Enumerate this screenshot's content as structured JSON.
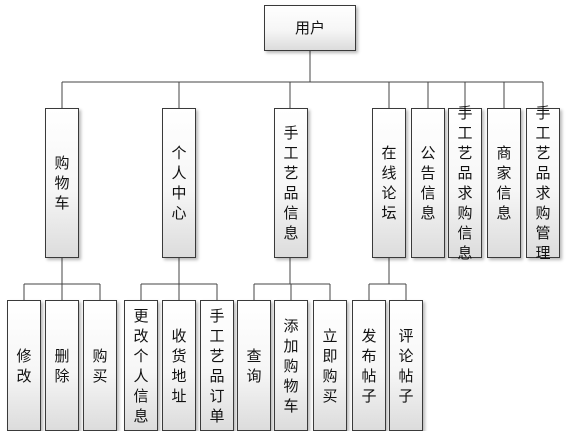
{
  "root": {
    "label": "用户"
  },
  "level1": [
    {
      "key": "cart",
      "label": "购物车"
    },
    {
      "key": "personal",
      "label": "个人中心"
    },
    {
      "key": "craft_info",
      "label": "手工艺品信息"
    },
    {
      "key": "forum",
      "label": "在线论坛"
    },
    {
      "key": "notice",
      "label": "公告信息"
    },
    {
      "key": "craft_request",
      "label": "手工艺品求购信息"
    },
    {
      "key": "merchant",
      "label": "商家信息"
    },
    {
      "key": "craft_request_manage",
      "label": "手工艺品求购管理"
    }
  ],
  "level2": {
    "cart": [
      {
        "label": "修改"
      },
      {
        "label": "删除"
      },
      {
        "label": "购买"
      }
    ],
    "personal": [
      {
        "label": "更改个人信息"
      },
      {
        "label": "收货地址"
      },
      {
        "label": "手工艺品订单"
      }
    ],
    "craft_info": [
      {
        "label": "查询"
      },
      {
        "label": "添加购物车"
      },
      {
        "label": "立即购买"
      }
    ],
    "forum": [
      {
        "label": "发布帖子"
      },
      {
        "label": "评论帖子"
      }
    ]
  }
}
